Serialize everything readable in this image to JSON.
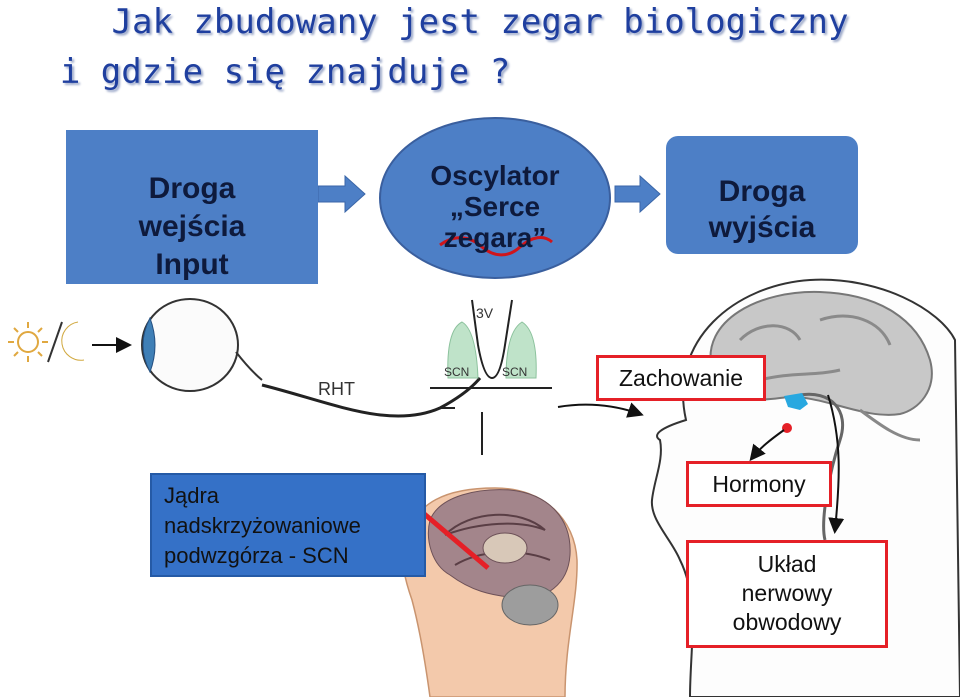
{
  "title": {
    "line1": "Jak zbudowany jest zegar biologiczny",
    "line2": "i gdzie się znajduje ?"
  },
  "input_box": {
    "line1": "Droga",
    "line2": "wejścia",
    "line3": "Input"
  },
  "oscillator": {
    "line1": "Oscylator",
    "line2": "„Serce",
    "line3": "zegara”"
  },
  "output_box": {
    "line1": "Droga",
    "line2": "wyjścia"
  },
  "diagram_labels": {
    "third_ventricle": "3V",
    "scn_left": "SCN",
    "scn_right": "SCN",
    "rht": "RHT"
  },
  "scn_box": {
    "line1": "Jądra",
    "line2": "nadskrzyżowaniowe",
    "line3": "podwzgórza - SCN"
  },
  "outputs": {
    "behavior": "Zachowanie",
    "hormones": "Hormony",
    "nervous_line1": "Układ",
    "nervous_line2": "nerwowy",
    "nervous_line3": "obwodowy"
  },
  "colors": {
    "box_blue": "#4d7fc6",
    "title_blue": "#1f3f9f",
    "red": "#e52027"
  }
}
